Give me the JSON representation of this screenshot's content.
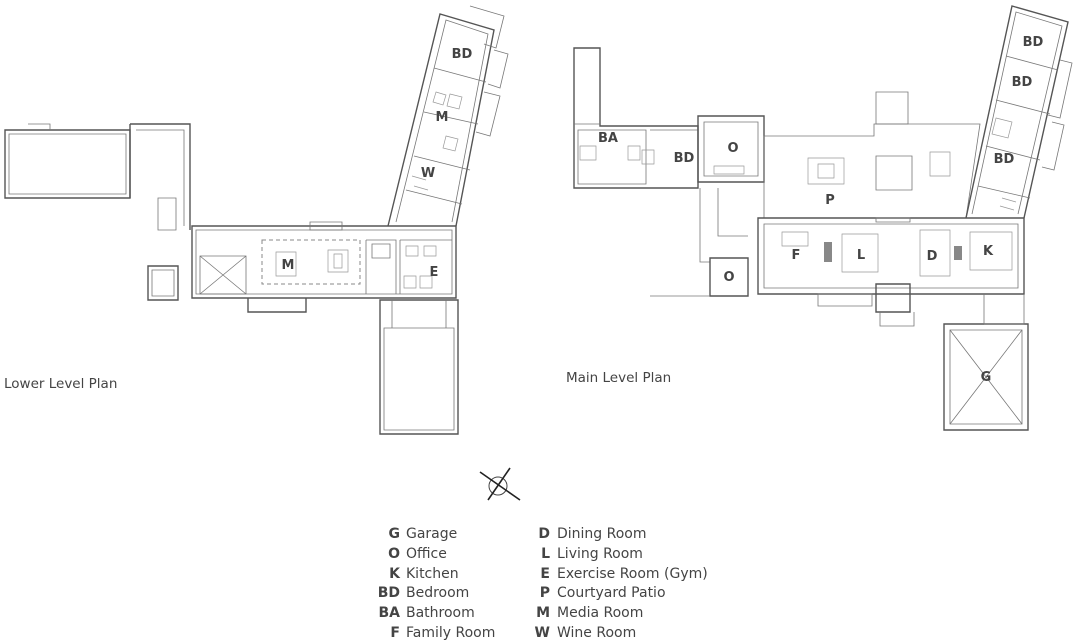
{
  "plans": {
    "lower_title": "Lower Level Plan",
    "main_title": "Main Level Plan"
  },
  "room_labels": {
    "lower": {
      "bd": "BD",
      "m_wing": "M",
      "w": "W",
      "m_main": "M",
      "e": "E"
    },
    "main": {
      "bd1": "BD",
      "bd2": "BD",
      "bd3": "BD",
      "ba": "BA",
      "bd_west": "BD",
      "o_top": "O",
      "o_bottom": "O",
      "p": "P",
      "f": "F",
      "l": "L",
      "d": "D",
      "k": "K",
      "g": "G"
    }
  },
  "legend": {
    "left": [
      {
        "key": "G",
        "name": "Garage"
      },
      {
        "key": "O",
        "name": "Office"
      },
      {
        "key": "K",
        "name": "Kitchen"
      },
      {
        "key": "BD",
        "name": "Bedroom"
      },
      {
        "key": "BA",
        "name": "Bathroom"
      },
      {
        "key": "F",
        "name": "Family Room"
      }
    ],
    "right": [
      {
        "key": "D",
        "name": "Dining Room"
      },
      {
        "key": "L",
        "name": "Living Room"
      },
      {
        "key": "E",
        "name": "Exercise Room (Gym)"
      },
      {
        "key": "P",
        "name": "Courtyard Patio"
      },
      {
        "key": "M",
        "name": "Media Room"
      },
      {
        "key": "W",
        "name": "Wine Room"
      }
    ]
  }
}
